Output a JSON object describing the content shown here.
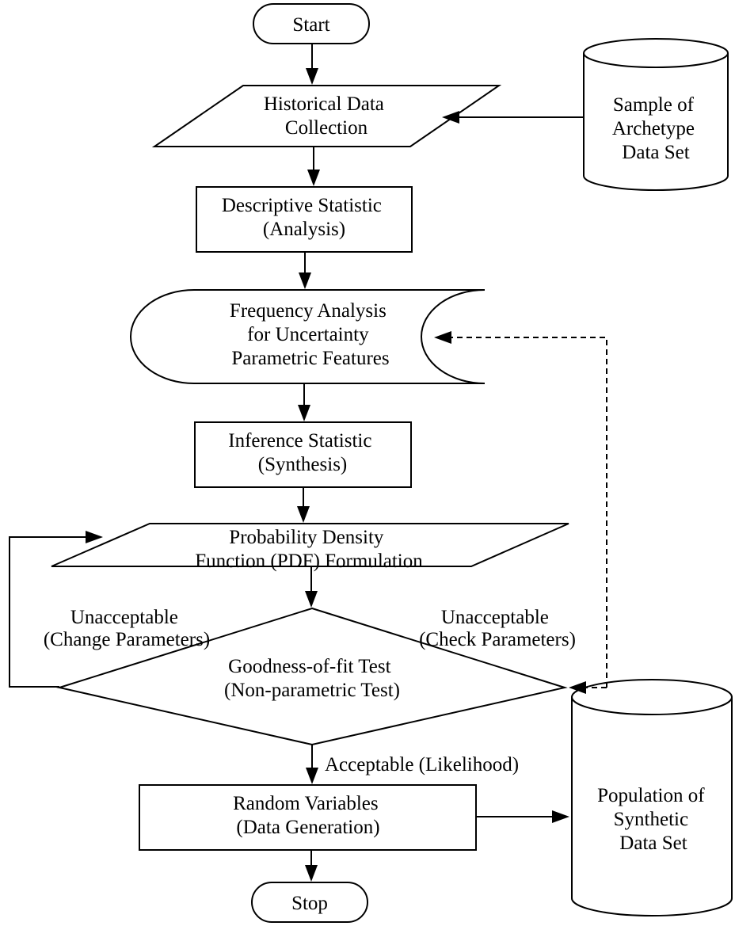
{
  "nodes": {
    "start": [
      "Start"
    ],
    "historical": [
      "Historical Data",
      "Collection"
    ],
    "archetype_db": [
      "Sample of",
      "Archetype",
      "Data Set"
    ],
    "descriptive": [
      "Descriptive Statistic",
      "(Analysis)"
    ],
    "frequency": [
      "Frequency Analysis",
      "for Uncertainty",
      "Parametric Features"
    ],
    "inference": [
      "Inference Statistic",
      "(Synthesis)"
    ],
    "pdf": [
      "Probability Density",
      "Function (PDF) Formulation"
    ],
    "goodness": [
      "Goodness-of-fit Test",
      "(Non-parametric Test)"
    ],
    "random": [
      "Random Variables",
      "(Data Generation)"
    ],
    "population_db": [
      "Population of",
      "Synthetic",
      "Data Set"
    ],
    "stop": [
      "Stop"
    ]
  },
  "edge_labels": {
    "unacceptable_change": [
      "Unacceptable",
      "(Change Parameters)"
    ],
    "unacceptable_check": [
      "Unacceptable",
      "(Check Parameters)"
    ],
    "acceptable": [
      "Acceptable (Likelihood)"
    ]
  }
}
